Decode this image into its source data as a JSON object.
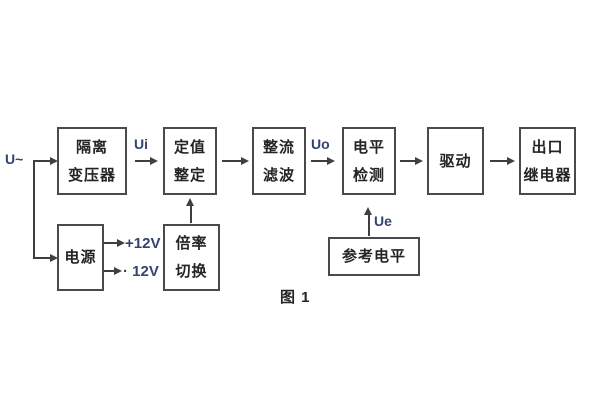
{
  "diagram": {
    "caption": "图 1",
    "labels": {
      "input": "U~",
      "ui": "Ui",
      "uo": "Uo",
      "ue": "Ue",
      "plus12v": "+12V",
      "minus12v": "· 12V"
    },
    "blocks": {
      "isolation_transformer": {
        "line1": "隔离",
        "line2": "变压器"
      },
      "value_setting": {
        "line1": "定值",
        "line2": "整定"
      },
      "rectify_filter": {
        "line1": "整流",
        "line2": "滤波"
      },
      "level_detect": {
        "line1": "电平",
        "line2": "检测"
      },
      "drive": {
        "label": "驱动"
      },
      "output_relay": {
        "line1": "出口",
        "line2": "继电器"
      },
      "power": {
        "label": "电源"
      },
      "ratio_switch": {
        "line1": "倍率",
        "line2": "切换"
      },
      "reference_level": {
        "label": "参考电平"
      }
    },
    "colors": {
      "background": "#ffffff",
      "box_border": "#4a4a4a",
      "line": "#3f3f3f",
      "block_text": "#242424",
      "signal_label_text": "#33436f"
    }
  }
}
